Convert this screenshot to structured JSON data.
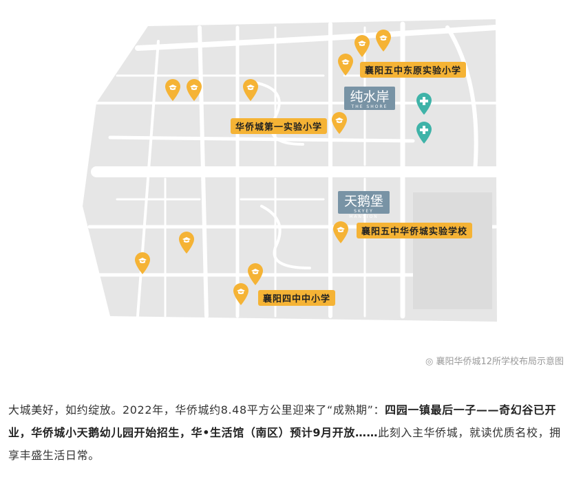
{
  "map": {
    "brands": [
      {
        "cn": "纯水岸",
        "en": "THE SHORE"
      },
      {
        "cn": "天鹅堡",
        "en": "SKYEY MANSION"
      }
    ],
    "labels": [
      "襄阳五中东原实验小学",
      "华侨城第一实验小学",
      "襄阳五中华侨城实验学校",
      "襄阳四中中小学"
    ],
    "school_color": "#f5b335",
    "hospital_color": "#3fb3a8"
  },
  "caption": "襄阳华侨城12所学校布局示意图",
  "caption_icon": "copyright-circle-icon",
  "paragraph": {
    "part1": "大城美好，如约绽放。2022年，华侨城约8.48平方公里迎来了“成熟期”：",
    "bold": "四园一镇最后一子——奇幻谷已开业，华侨城小天鹅幼儿园开始招生，华•生活馆（南区）预计9月开放……",
    "part2": "此刻入主华侨城，就读优质名校，拥享丰盛生活日常。"
  }
}
